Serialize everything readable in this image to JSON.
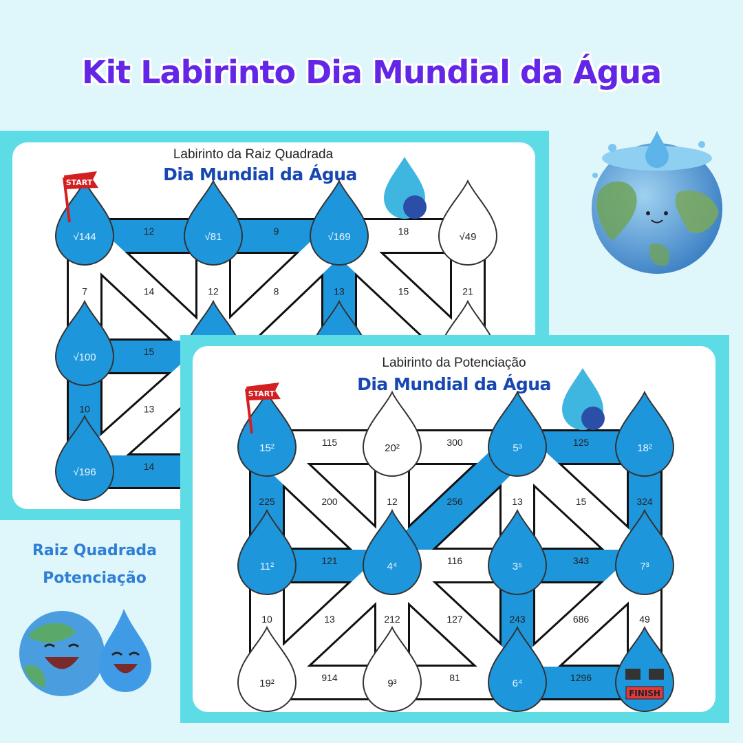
{
  "title": "Kit Labirinto Dia Mundial da Água",
  "side_labels": [
    "Raiz Quadrada",
    "Potenciação"
  ],
  "colors": {
    "title": "#6326e6",
    "frame": "#5edce6",
    "path_blue": "#1e96dc",
    "heading": "#1747b0",
    "side_label": "#2f7fd6"
  },
  "cards": [
    {
      "subtitle": "Labirinto da Raiz Quadrada",
      "heading": "Dia Mundial da Água",
      "start_label": "START",
      "nodes": [
        {
          "r": 0,
          "c": 0,
          "label": "√144",
          "blue": true
        },
        {
          "r": 0,
          "c": 1,
          "label": "√81",
          "blue": true
        },
        {
          "r": 0,
          "c": 2,
          "label": "√169",
          "blue": true
        },
        {
          "r": 0,
          "c": 3,
          "label": "√49",
          "blue": false
        },
        {
          "r": 1,
          "c": 0,
          "label": "√100",
          "blue": true
        },
        {
          "r": 1,
          "c": 1,
          "label": "",
          "blue": true
        },
        {
          "r": 1,
          "c": 2,
          "label": "",
          "blue": true
        },
        {
          "r": 1,
          "c": 3,
          "label": "",
          "blue": false
        },
        {
          "r": 2,
          "c": 0,
          "label": "√196",
          "blue": true
        }
      ],
      "edges": [
        {
          "a": [
            0,
            0
          ],
          "b": [
            0,
            1
          ],
          "label": "12",
          "blue": true
        },
        {
          "a": [
            0,
            1
          ],
          "b": [
            0,
            2
          ],
          "label": "9",
          "blue": true
        },
        {
          "a": [
            0,
            2
          ],
          "b": [
            0,
            3
          ],
          "label": "18",
          "blue": false
        },
        {
          "a": [
            0,
            0
          ],
          "b": [
            1,
            0
          ],
          "label": "7",
          "blue": false
        },
        {
          "a": [
            0,
            1
          ],
          "b": [
            1,
            1
          ],
          "label": "12",
          "blue": false
        },
        {
          "a": [
            0,
            2
          ],
          "b": [
            1,
            2
          ],
          "label": "13",
          "blue": true
        },
        {
          "a": [
            0,
            3
          ],
          "b": [
            1,
            3
          ],
          "label": "21",
          "blue": false
        },
        {
          "a": [
            0,
            0
          ],
          "b": [
            1,
            1
          ],
          "label": "14",
          "blue": false
        },
        {
          "a": [
            0,
            2
          ],
          "b": [
            1,
            1
          ],
          "label": "8",
          "blue": false
        },
        {
          "a": [
            0,
            2
          ],
          "b": [
            1,
            3
          ],
          "label": "15",
          "blue": false
        },
        {
          "a": [
            1,
            0
          ],
          "b": [
            1,
            1
          ],
          "label": "15",
          "blue": true
        },
        {
          "a": [
            1,
            0
          ],
          "b": [
            2,
            0
          ],
          "label": "10",
          "blue": true
        },
        {
          "a": [
            1,
            1
          ],
          "b": [
            2,
            0
          ],
          "label": "13",
          "blue": false
        },
        {
          "a": [
            2,
            0
          ],
          "b": [
            2,
            1
          ],
          "label": "14",
          "blue": true
        }
      ]
    },
    {
      "subtitle": "Labirinto da Potenciação",
      "heading": "Dia Mundial da Água",
      "start_label": "START",
      "finish_label": "FINISH",
      "nodes": [
        {
          "r": 0,
          "c": 0,
          "label": "15²",
          "blue": true
        },
        {
          "r": 0,
          "c": 1,
          "label": "20²",
          "blue": false
        },
        {
          "r": 0,
          "c": 2,
          "label": "5³",
          "blue": true
        },
        {
          "r": 0,
          "c": 3,
          "label": "18²",
          "blue": true
        },
        {
          "r": 1,
          "c": 0,
          "label": "11²",
          "blue": true
        },
        {
          "r": 1,
          "c": 1,
          "label": "4⁴",
          "blue": true
        },
        {
          "r": 1,
          "c": 2,
          "label": "3⁵",
          "blue": true
        },
        {
          "r": 1,
          "c": 3,
          "label": "7³",
          "blue": true
        },
        {
          "r": 2,
          "c": 0,
          "label": "19²",
          "blue": false
        },
        {
          "r": 2,
          "c": 1,
          "label": "9³",
          "blue": false
        },
        {
          "r": 2,
          "c": 2,
          "label": "6⁴",
          "blue": true
        },
        {
          "r": 2,
          "c": 3,
          "label": "",
          "blue": true,
          "finish": true
        }
      ],
      "edges": [
        {
          "a": [
            0,
            0
          ],
          "b": [
            0,
            1
          ],
          "label": "115",
          "blue": false
        },
        {
          "a": [
            0,
            1
          ],
          "b": [
            0,
            2
          ],
          "label": "300",
          "blue": false
        },
        {
          "a": [
            0,
            2
          ],
          "b": [
            0,
            3
          ],
          "label": "125",
          "blue": true
        },
        {
          "a": [
            0,
            0
          ],
          "b": [
            1,
            0
          ],
          "label": "225",
          "blue": true
        },
        {
          "a": [
            0,
            1
          ],
          "b": [
            1,
            1
          ],
          "label": "12",
          "blue": false
        },
        {
          "a": [
            0,
            2
          ],
          "b": [
            1,
            2
          ],
          "label": "13",
          "blue": false
        },
        {
          "a": [
            0,
            3
          ],
          "b": [
            1,
            3
          ],
          "label": "324",
          "blue": true
        },
        {
          "a": [
            0,
            0
          ],
          "b": [
            1,
            1
          ],
          "label": "200",
          "blue": false
        },
        {
          "a": [
            0,
            2
          ],
          "b": [
            1,
            1
          ],
          "label": "256",
          "blue": true
        },
        {
          "a": [
            0,
            2
          ],
          "b": [
            1,
            3
          ],
          "label": "15",
          "blue": false
        },
        {
          "a": [
            1,
            0
          ],
          "b": [
            1,
            1
          ],
          "label": "121",
          "blue": true
        },
        {
          "a": [
            1,
            1
          ],
          "b": [
            1,
            2
          ],
          "label": "116",
          "blue": false
        },
        {
          "a": [
            1,
            2
          ],
          "b": [
            1,
            3
          ],
          "label": "343",
          "blue": true
        },
        {
          "a": [
            1,
            0
          ],
          "b": [
            2,
            0
          ],
          "label": "10",
          "blue": false
        },
        {
          "a": [
            1,
            1
          ],
          "b": [
            2,
            1
          ],
          "label": "212",
          "blue": false
        },
        {
          "a": [
            1,
            2
          ],
          "b": [
            2,
            2
          ],
          "label": "243",
          "blue": true
        },
        {
          "a": [
            1,
            3
          ],
          "b": [
            2,
            3
          ],
          "label": "49",
          "blue": false
        },
        {
          "a": [
            1,
            1
          ],
          "b": [
            2,
            0
          ],
          "label": "13",
          "blue": false
        },
        {
          "a": [
            1,
            1
          ],
          "b": [
            2,
            2
          ],
          "label": "127",
          "blue": false
        },
        {
          "a": [
            1,
            3
          ],
          "b": [
            2,
            2
          ],
          "label": "686",
          "blue": false
        },
        {
          "a": [
            2,
            0
          ],
          "b": [
            2,
            1
          ],
          "label": "914",
          "blue": false
        },
        {
          "a": [
            2,
            1
          ],
          "b": [
            2,
            2
          ],
          "label": "81",
          "blue": false
        },
        {
          "a": [
            2,
            2
          ],
          "b": [
            2,
            3
          ],
          "label": "1296",
          "blue": true
        }
      ]
    }
  ]
}
